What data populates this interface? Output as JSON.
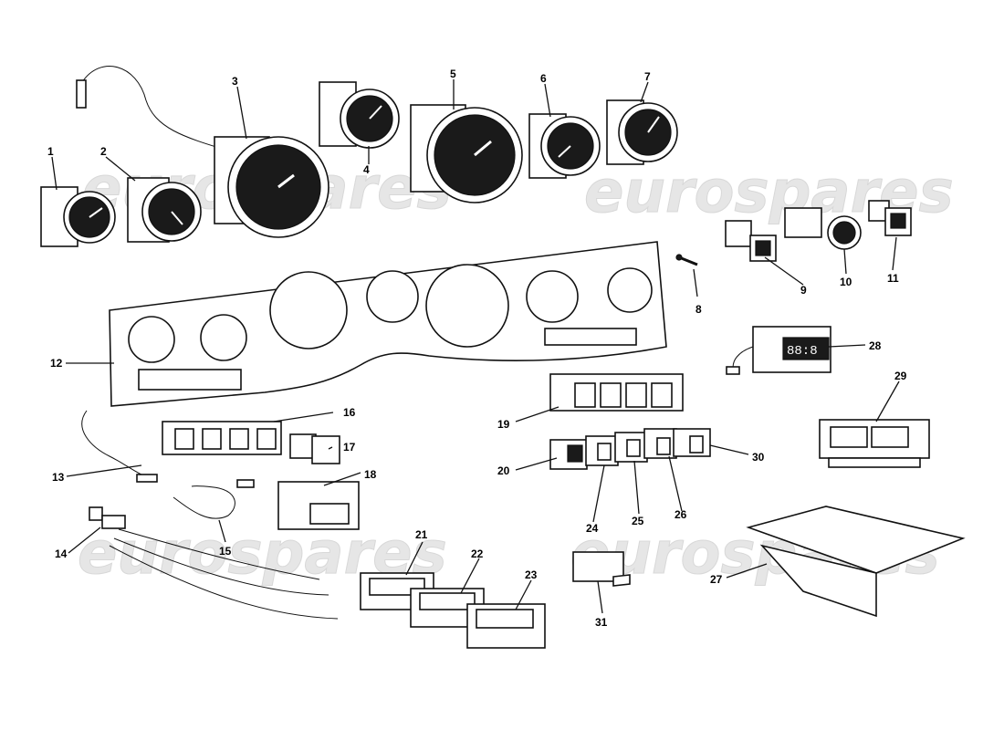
{
  "watermark": "eurospares",
  "colors": {
    "line": "#111111",
    "watermark": "#e6e6e6",
    "background": "#ffffff"
  },
  "callouts": [
    "1",
    "2",
    "3",
    "4",
    "5",
    "6",
    "7",
    "8",
    "9",
    "10",
    "11",
    "12",
    "13",
    "14",
    "15",
    "16",
    "17",
    "18",
    "19",
    "20",
    "21",
    "22",
    "23",
    "24",
    "25",
    "26",
    "27",
    "28",
    "29",
    "30",
    "31"
  ],
  "display": {
    "digits": "88:8"
  }
}
